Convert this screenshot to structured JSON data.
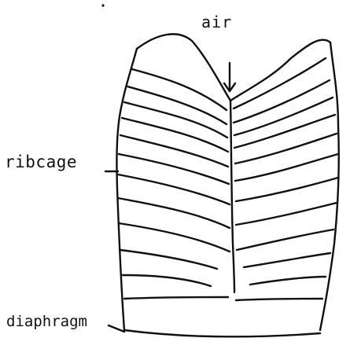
{
  "diagram": {
    "labels": {
      "air": "air",
      "ribcage": "ribcage",
      "diaphragm": "diaphragm"
    },
    "colors": {
      "ink": "#111111",
      "background": "#ffffff"
    }
  }
}
